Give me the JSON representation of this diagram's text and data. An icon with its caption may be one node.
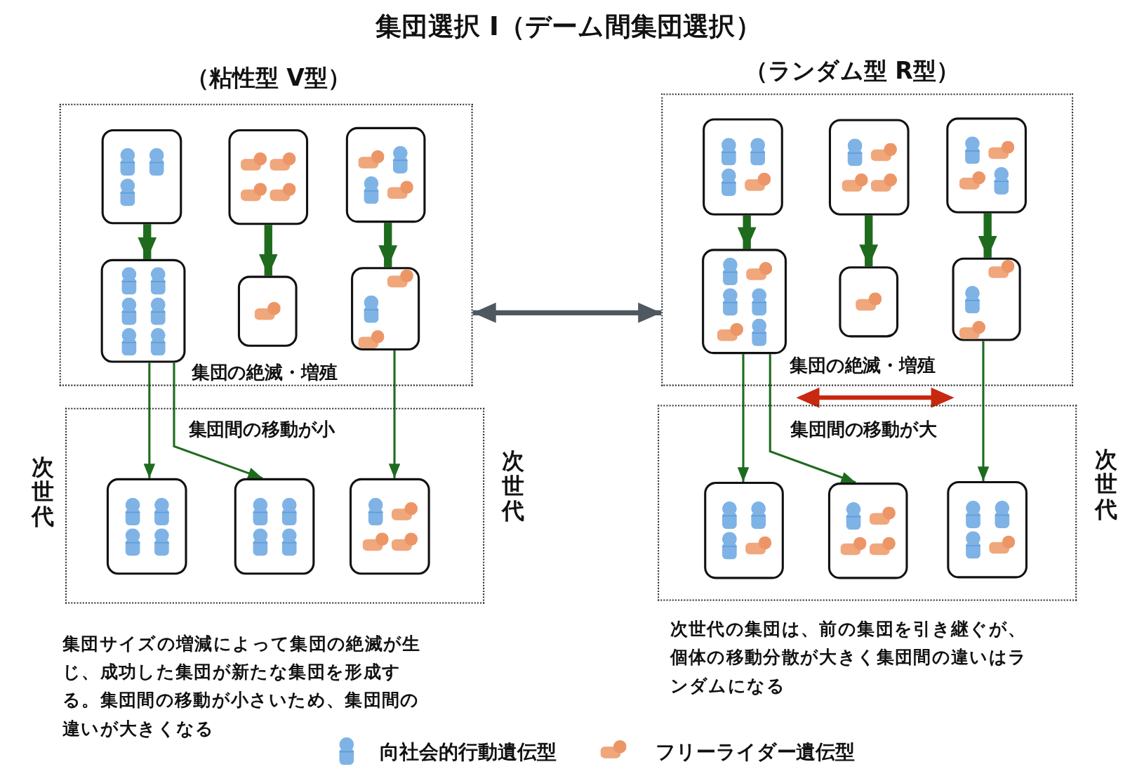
{
  "diagram": {
    "title": "集団選択 I（デーム間集団選択）",
    "nodes": [
      {
        "text": [
          "集団の絶滅・増殖"
        ]
      },
      {
        "text": [],
        "shape": "box",
        "in": 0
      },
      {
        "text": [],
        "shape": "box",
        "in": 0
      },
      {
        "text": [],
        "shape": "box",
        "in": 0
      },
      {
        "text": [],
        "shape": "box",
        "in": 0
      },
      {
        "text": [],
        "shape": "box",
        "in": 0
      },
      {
        "text": [],
        "shape": "box",
        "in": 0
      },
      {
        "text": [
          "集団間の移動が小"
        ]
      },
      {
        "text": [],
        "shape": "box",
        "in": 7
      },
      {
        "text": [],
        "shape": "box",
        "in": 7
      },
      {
        "text": [],
        "shape": "box",
        "in": 7
      },
      {
        "text": [
          "集団の絶滅・増殖"
        ]
      },
      {
        "text": [],
        "shape": "box",
        "in": 11
      },
      {
        "text": [],
        "shape": "box",
        "in": 11
      },
      {
        "text": [],
        "shape": "box",
        "in": 11
      },
      {
        "text": [],
        "shape": "box",
        "in": 11
      },
      {
        "text": [],
        "shape": "box",
        "in": 11
      },
      {
        "text": [],
        "shape": "box",
        "in": 11
      },
      {
        "text": [
          "集団間の移動が大"
        ]
      },
      {
        "text": [],
        "shape": "box",
        "in": 18
      },
      {
        "text": [],
        "shape": "box",
        "in": 18
      },
      {
        "text": [],
        "shape": "box",
        "in": 18
      }
    ],
    "edges": [
      {
        "from": 1,
        "to": 4,
        "arrow": "to"
      },
      {
        "from": 2,
        "to": 5,
        "arrow": "to"
      },
      {
        "from": 3,
        "to": 6,
        "arrow": "to"
      },
      {
        "from": 4,
        "to": 8,
        "arrow": "to"
      },
      {
        "from": 4,
        "to": 9,
        "arrow": "to"
      },
      {
        "from": 6,
        "to": 10,
        "arrow": "to"
      },
      {
        "from": 12,
        "to": 15,
        "arrow": "to"
      },
      {
        "from": 13,
        "to": 16,
        "arrow": "to"
      },
      {
        "from": 14,
        "to": 17,
        "arrow": "to"
      },
      {
        "from": 15,
        "to": 19,
        "arrow": "to"
      },
      {
        "from": 15,
        "to": 20,
        "arrow": "to"
      },
      {
        "from": 17,
        "to": 21,
        "arrow": "to"
      },
      {
        "from": 0,
        "to": 11,
        "arrow": "both",
        "color": "#50585f"
      }
    ],
    "labels": [
      "（粘性型 V型）",
      "（ランダム型 R型）",
      "次世代",
      "次世代",
      "次世代",
      "集団サイズの増減によって集団の絶滅が生じ、成功した集団が新たな集団を形成する。集団間の移動が小さいため、集団間の違いが大きくなる",
      "次世代の集団は、前の集団を引き継ぐが、個体の移動分散が大きく集団間の違いはランダムになる"
    ],
    "legend": [
      {
        "text": "向社会的行動遺伝型"
      },
      {
        "text": "フリーライダー遺伝型"
      }
    ]
  }
}
